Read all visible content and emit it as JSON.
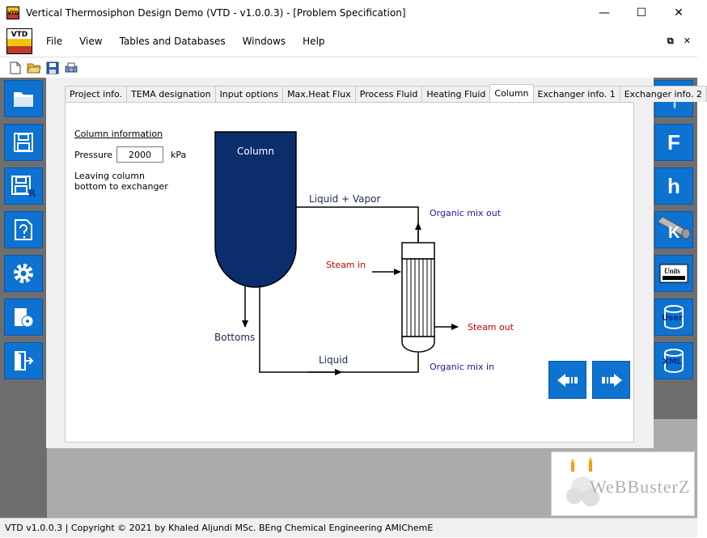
{
  "window": {
    "title": "Vertical Thermosiphon Design Demo (VTD - v1.0.0.3) - [Problem Specification]",
    "minimize": "—",
    "maximize": "☐",
    "close": "✕",
    "app_icon_text": "VTD"
  },
  "menu": {
    "logo_text": "VTD",
    "items": [
      "File",
      "View",
      "Tables and Databases",
      "Windows",
      "Help"
    ],
    "mdi_restore": "⧉",
    "mdi_close": "✕"
  },
  "toolbar": {
    "icons": [
      "new-file-icon",
      "open-folder-icon",
      "save-disk-icon",
      "print-icon"
    ]
  },
  "left_rail": {
    "buttons": [
      "open-folder-icon",
      "save-icon",
      "save-as-icon",
      "help-file-icon",
      "settings-gear-icon",
      "report-disc-icon",
      "exit-door-icon"
    ],
    "save_as_letter": "R"
  },
  "right_rail": {
    "buttons": [
      {
        "icon": "water-tap-icon",
        "letter": ""
      },
      {
        "icon": "letter-f-icon",
        "letter": "F"
      },
      {
        "icon": "letter-h-icon",
        "letter": "h"
      },
      {
        "icon": "pipe-k-icon",
        "letter": "K"
      },
      {
        "icon": "units-icon",
        "letter": "Units"
      },
      {
        "icon": "user-database-icon",
        "letter": "User"
      },
      {
        "icon": "xml-database-icon",
        "letter": "XML"
      }
    ]
  },
  "tabs": [
    "Project info.",
    "TEMA designation",
    "Input options",
    "Max.Heat Flux",
    "Process Fluid",
    "Heating Fluid",
    "Column",
    "Exchanger info. 1",
    "Exchanger info. 2"
  ],
  "active_tab": "Column",
  "column_form": {
    "section_title": "Column information",
    "pressure_label": "Pressure",
    "pressure_value": "2000",
    "pressure_unit": "kPa",
    "leaving_note": "Leaving column bottom to exchanger"
  },
  "diagram": {
    "column_label": "Column",
    "liquid_vapor": "Liquid + Vapor",
    "organic_mix_out": "Organic mix out",
    "steam_in": "Steam in",
    "steam_out": "Steam out",
    "bottoms": "Bottoms",
    "liquid": "Liquid",
    "organic_mix_in": "Organic mix in"
  },
  "colors": {
    "column_fill": "#0b2d6b",
    "blue_text": "#1a1aa6",
    "red_text": "#cc0000",
    "button_blue": "#0d72d0"
  },
  "logo": {
    "text": "WeBBusterZ"
  },
  "status": {
    "text": "VTD v1.0.0.3  |  Copyright © 2021 by Khaled Aljundi MSc. BEng Chemical Engineering AMIChemE"
  }
}
